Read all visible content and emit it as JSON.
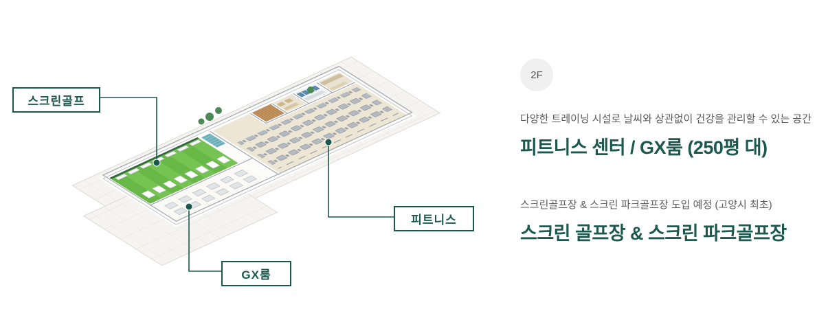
{
  "plan": {
    "labels": [
      {
        "id": "screen-golf",
        "label": "스크린골프"
      },
      {
        "id": "fitness",
        "label": "피트니스"
      },
      {
        "id": "gx-room",
        "label": "GX룸"
      }
    ]
  },
  "info": {
    "floor_badge": "2F",
    "sections": [
      {
        "desc": "다양한 트레이닝 시설로 날씨와 상관없이 건강을 관리할 수 있는 공간",
        "title": "피트니스 센터 / GX룸 (250평 대)"
      },
      {
        "desc": "스크린골프장 & 스크린 파크골프장 도입 예정 (고양시 최초)",
        "title": "스크린 골프장 & 스크린 파크골프장"
      }
    ]
  },
  "palette": {
    "accent": "#1a574d",
    "heading": "#1c584e",
    "text_gray": "#5a5a5a",
    "badge_bg": "#f0f0f0",
    "grass_green": "#74c353",
    "floor_beige": "#eee6d4"
  }
}
